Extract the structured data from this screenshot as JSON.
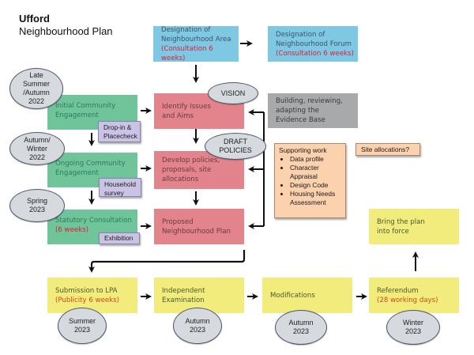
{
  "header": {
    "title": "Ufford",
    "subtitle": "Neighbourhood Plan"
  },
  "colors": {
    "designation": "#7ec8e3",
    "engagement": "#6fc49a",
    "plan_stages": "#e3848c",
    "evidence": "#a8a9ab",
    "post_submission": "#f2ec7c",
    "activity_note": "#cbc3e6",
    "supporting_note": "#fcd1ae",
    "timing_bubble": "#d6d9de",
    "highlight_red": "#d6203c"
  },
  "designation": {
    "area": {
      "line1": "Designation of",
      "line2": "Neighbourhood Area",
      "note": "(Consultation 6 weeks)"
    },
    "forum": {
      "line1": "Designation of",
      "line2": "Neighbourhood Forum",
      "note": "(Consultation 6 weeks)"
    }
  },
  "engagement": {
    "initial": {
      "line1": "Initial Community",
      "line2": "Engagement",
      "activity": [
        "Drop-in &",
        "Placecheck"
      ],
      "timing": [
        "Late",
        "Summer",
        "/Autumn",
        "2022"
      ]
    },
    "ongoing": {
      "line1": "Ongoing Community",
      "line2": "Engagement",
      "activity": [
        "Household",
        "survey"
      ],
      "timing": [
        "Autumn/",
        "Winter",
        "2022"
      ]
    },
    "statutory": {
      "line1": "Statutory Consultation",
      "note": "(6 weeks)",
      "activity": [
        "Exhibition"
      ],
      "timing": [
        "Spring",
        "2023"
      ]
    }
  },
  "plan_stages": {
    "identify": {
      "line1": "Identify Issues",
      "line2": "and Aims",
      "bubble": "VISION"
    },
    "develop": {
      "line1": "Develop policies,",
      "line2": "proposals, site",
      "line3": "allocations",
      "bubble": [
        "DRAFT",
        "POLICIES"
      ]
    },
    "proposed": {
      "line1": "Proposed",
      "line2": "Neighbourhood Plan"
    }
  },
  "evidence": {
    "line1": "Building, reviewing,",
    "line2": "adapting the",
    "line3": "Evidence Base"
  },
  "supporting_work": {
    "heading": "Supporting work",
    "items": [
      {
        "text": "Data profile"
      },
      {
        "text": "Character Appraisal"
      },
      {
        "text": "Design Code"
      },
      {
        "text": "Housing Needs Assessment"
      }
    ]
  },
  "site_allocations_note": "Site allocations?",
  "post_submission": {
    "submission": {
      "line1": "Submission to LPA",
      "note": "(Publicity 6 weeks)",
      "timing": [
        "Summer",
        "2023"
      ]
    },
    "examination": {
      "line1": "Independent",
      "line2": "Examination",
      "timing": [
        "Autumn",
        "2023"
      ]
    },
    "modifications": {
      "line1": "Modifications",
      "timing": [
        "Autumn",
        "2023"
      ]
    },
    "referendum": {
      "line1": "Referendum",
      "note": "(28 working days)",
      "timing": [
        "Winter",
        "2023"
      ]
    },
    "into_force": {
      "line1": "Bring the plan",
      "line2": "into force"
    }
  }
}
